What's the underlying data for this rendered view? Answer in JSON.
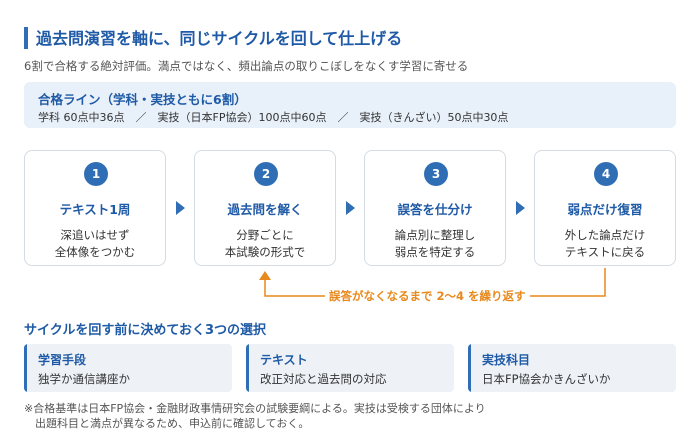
{
  "header": {
    "title": "過去問演習を軸に、同じサイクルを回して仕上げる",
    "subtitle": "6割で合格する絶対評価。満点ではなく、頻出論点の取りこぼしをなくす学習に寄せる"
  },
  "criteria": {
    "title": "合格ライン（学科・実技ともに6割）",
    "detail": "学科 60点中36点　／　実技（日本FP協会）100点中60点　／　実技（きんざい）50点中30点"
  },
  "steps": [
    {
      "number": "1",
      "title": "テキスト1周",
      "desc": [
        "深追いはせず",
        "全体像をつかむ"
      ]
    },
    {
      "number": "2",
      "title": "過去問を解く",
      "desc": [
        "分野ごとに",
        "本試験の形式で"
      ]
    },
    {
      "number": "3",
      "title": "誤答を仕分け",
      "desc": [
        "論点別に整理し",
        "弱点を特定する"
      ]
    },
    {
      "number": "4",
      "title": "弱点だけ復習",
      "desc": [
        "外した論点だけ",
        "テキストに戻る"
      ]
    }
  ],
  "loop": {
    "label": "誤答がなくなるまで 2〜4 を繰り返す"
  },
  "choices": {
    "title": "サイクルを回す前に決めておく3つの選択",
    "items": [
      {
        "label": "学習手段",
        "value": "独学か通信講座か"
      },
      {
        "label": "テキスト",
        "value": "改正対応と過去問の対応"
      },
      {
        "label": "実技科目",
        "value": "日本FP協会かきんざいか"
      }
    ]
  },
  "footnote": [
    "※合格基準は日本FP協会・金融財政事情研究会の試験要綱による。実技は受検する団体により",
    "　出題科目と満点が異なるため、申込前に確認しておく。"
  ],
  "colors": {
    "accent": "#2f6eb5",
    "heading": "#1f5aa6",
    "loop": "#e8891c",
    "panel": "#e8f0f9"
  }
}
